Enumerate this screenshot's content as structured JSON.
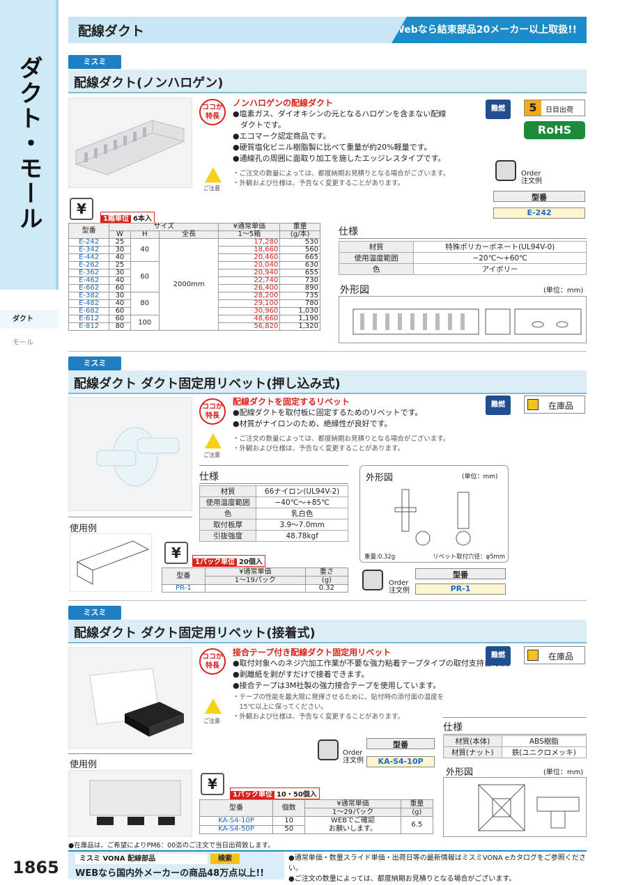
{
  "side": {
    "title": "ダクト・モール",
    "nav": [
      "ダクト",
      "モール"
    ],
    "page": "1865"
  },
  "header": {
    "title": "配線ダクト",
    "right": "Webなら結束部品20メーカー以上取扱!!"
  },
  "s1": {
    "badge": "ミスミ",
    "title": "配線ダクト(ノンハロゲン)",
    "tag": "ココが\n特長",
    "lead": "ノンハロゲンの配線ダクト",
    "bullets": [
      "●塩素ガス、ダイオキシンの元となるハロゲンを含まない配線",
      "　ダクトです。",
      "●エコマーク認定商品です。",
      "●硬質塩化ビニル樹脂製に比べて重量が約20%軽量です。",
      "●通線孔の周囲に面取り加工を施したエッジレスタイプです。"
    ],
    "notes": [
      "・ご注文の数量によっては、都度納期お見積りとなる場合がございます。",
      "・外観および仕様は、予告なく変更することがあります。"
    ],
    "caution": "ご注意",
    "flame": "難燃",
    "days": "5",
    "days_label": "日目出荷",
    "rohs": "RoHS",
    "order_label": "Order\n注文例",
    "order_head": "型番",
    "order_val": "E-242",
    "unit_tag": "1箱単位",
    "unit_qty": "6本入",
    "th": [
      "型番",
      "サイズ",
      "W",
      "H",
      "全長",
      "¥通常単価",
      "1〜5箱",
      "重量",
      "(g/本)"
    ],
    "rows": [
      [
        "E-242",
        "25",
        "17,280",
        "530"
      ],
      [
        "E-342",
        "30",
        "18,660",
        "560"
      ],
      [
        "E-442",
        "40",
        "20,460",
        "665"
      ],
      [
        "E-262",
        "25",
        "20,040",
        "630"
      ],
      [
        "E-362",
        "30",
        "20,940",
        "655"
      ],
      [
        "E-462",
        "40",
        "22,740",
        "730"
      ],
      [
        "E-662",
        "60",
        "26,400",
        "890"
      ],
      [
        "E-382",
        "30",
        "28,200",
        "735"
      ],
      [
        "E-482",
        "40",
        "29,100",
        "780"
      ],
      [
        "E-682",
        "60",
        "30,960",
        "1,030"
      ],
      [
        "E-612",
        "60",
        "48,660",
        "1,190"
      ],
      [
        "E-812",
        "80",
        "56,820",
        "1,320"
      ]
    ],
    "h_groups": [
      "40",
      "60",
      "80",
      "100"
    ],
    "length": "2000mm",
    "spec_title": "仕様",
    "spec": [
      [
        "材質",
        "特殊ポリカーボネート(UL94V-0)"
      ],
      [
        "使用温度範囲",
        "−20℃〜+60℃"
      ],
      [
        "色",
        "アイボリー"
      ]
    ],
    "draw_title": "外形図",
    "draw_unit": "(単位：mm)"
  },
  "s2": {
    "badge": "ミスミ",
    "title": "配線ダクト ダクト固定用リベット(押し込み式)",
    "tag": "ココが\n特長",
    "lead": "配線ダクトを固定するリベット",
    "bullets": [
      "●配線ダクトを取付板に固定するためのリベットです。",
      "●材質がナイロンのため、絶縁性が良好です。"
    ],
    "notes": [
      "・ご注文の数量によっては、都度納期お見積りとなる場合がございます。",
      "・外観および仕様は、予告なく変更することがあります。"
    ],
    "caution": "ご注意",
    "flame": "難燃",
    "stock": "在庫品",
    "spec_title": "仕様",
    "spec": [
      [
        "材質",
        "66ナイロン(UL94V-2)"
      ],
      [
        "使用温度範囲",
        "−40℃〜+85℃"
      ],
      [
        "色",
        "乳白色"
      ],
      [
        "取付板厚",
        "3.9〜7.0mm"
      ],
      [
        "引抜強度",
        "48.78kgf"
      ]
    ],
    "use": "使用例",
    "draw_title": "外形図",
    "draw_unit": "(単位：mm)",
    "weight": "重量:0.32g",
    "hole": "リベット取付穴径：φ5mm",
    "unit_tag": "1パック単位",
    "unit_qty": "20個入",
    "th": [
      "型番",
      "¥通常単価",
      "1〜19パック",
      "重さ",
      "(g)"
    ],
    "row": [
      "PR-1",
      "",
      "0.32"
    ],
    "order_label": "Order\n注文例",
    "order_head": "型番",
    "order_val": "PR-1"
  },
  "s3": {
    "badge": "ミスミ",
    "title": "配線ダクト ダクト固定用リベット(接着式)",
    "tag": "ココが\n特長",
    "lead": "接合テープ付き配線ダクト固定用リベット",
    "bullets": [
      "●取付対象へのネジ穴加工作業が不要な強力粘着テープタイプの取付支持台です。",
      "●剥離紙を剥がすだけで接着できます。",
      "●接合テープは3M社製の強力接合テープを使用しています。"
    ],
    "notes": [
      "・テープの性能を最大限に発揮させるために、貼付時の添付面の温度を",
      "　15℃以上に保ってください。",
      "・外観および仕様は、予告なく変更することがあります。"
    ],
    "caution": "ご注意",
    "flame": "難燃",
    "stock": "在庫品",
    "spec_title": "仕様",
    "spec": [
      [
        "材質(本体)",
        "ABS樹脂"
      ],
      [
        "材質(ナット)",
        "鉄(ユニクロメッキ)"
      ]
    ],
    "order_label": "Order\n注文例",
    "order_head": "型番",
    "order_val": "KA-S4-10P",
    "use": "使用例",
    "draw_title": "外形図",
    "draw_unit": "(単位：mm)",
    "unit_tag": "1パック単位",
    "unit_qty": "10・50個入",
    "th": [
      "型番",
      "個数",
      "¥通常単価",
      "1〜29パック",
      "重量",
      "(g)"
    ],
    "rows": [
      [
        "KA-S4-10P",
        "10"
      ],
      [
        "KA-S4-50P",
        "50"
      ]
    ],
    "price_note": "WEBでご確認\nお願いします。",
    "weight": "6.5"
  },
  "footer": {
    "note": "●在庫品は、ご希望によりPM6：00迄のご注文で当日出荷致します。",
    "vona": "ミスミ VONA 配線部品",
    "search": "検索",
    "web": "WEBなら国内外メーカーの商品48万点以上!!",
    "r1": "●通常単価・数量スライド単価・出荷日等の最新情報はミスミVONA eカタログをご参照ください。",
    "r2": "●ご注文の数量によっては、都度納期お見積りとなる場合がございます。"
  }
}
